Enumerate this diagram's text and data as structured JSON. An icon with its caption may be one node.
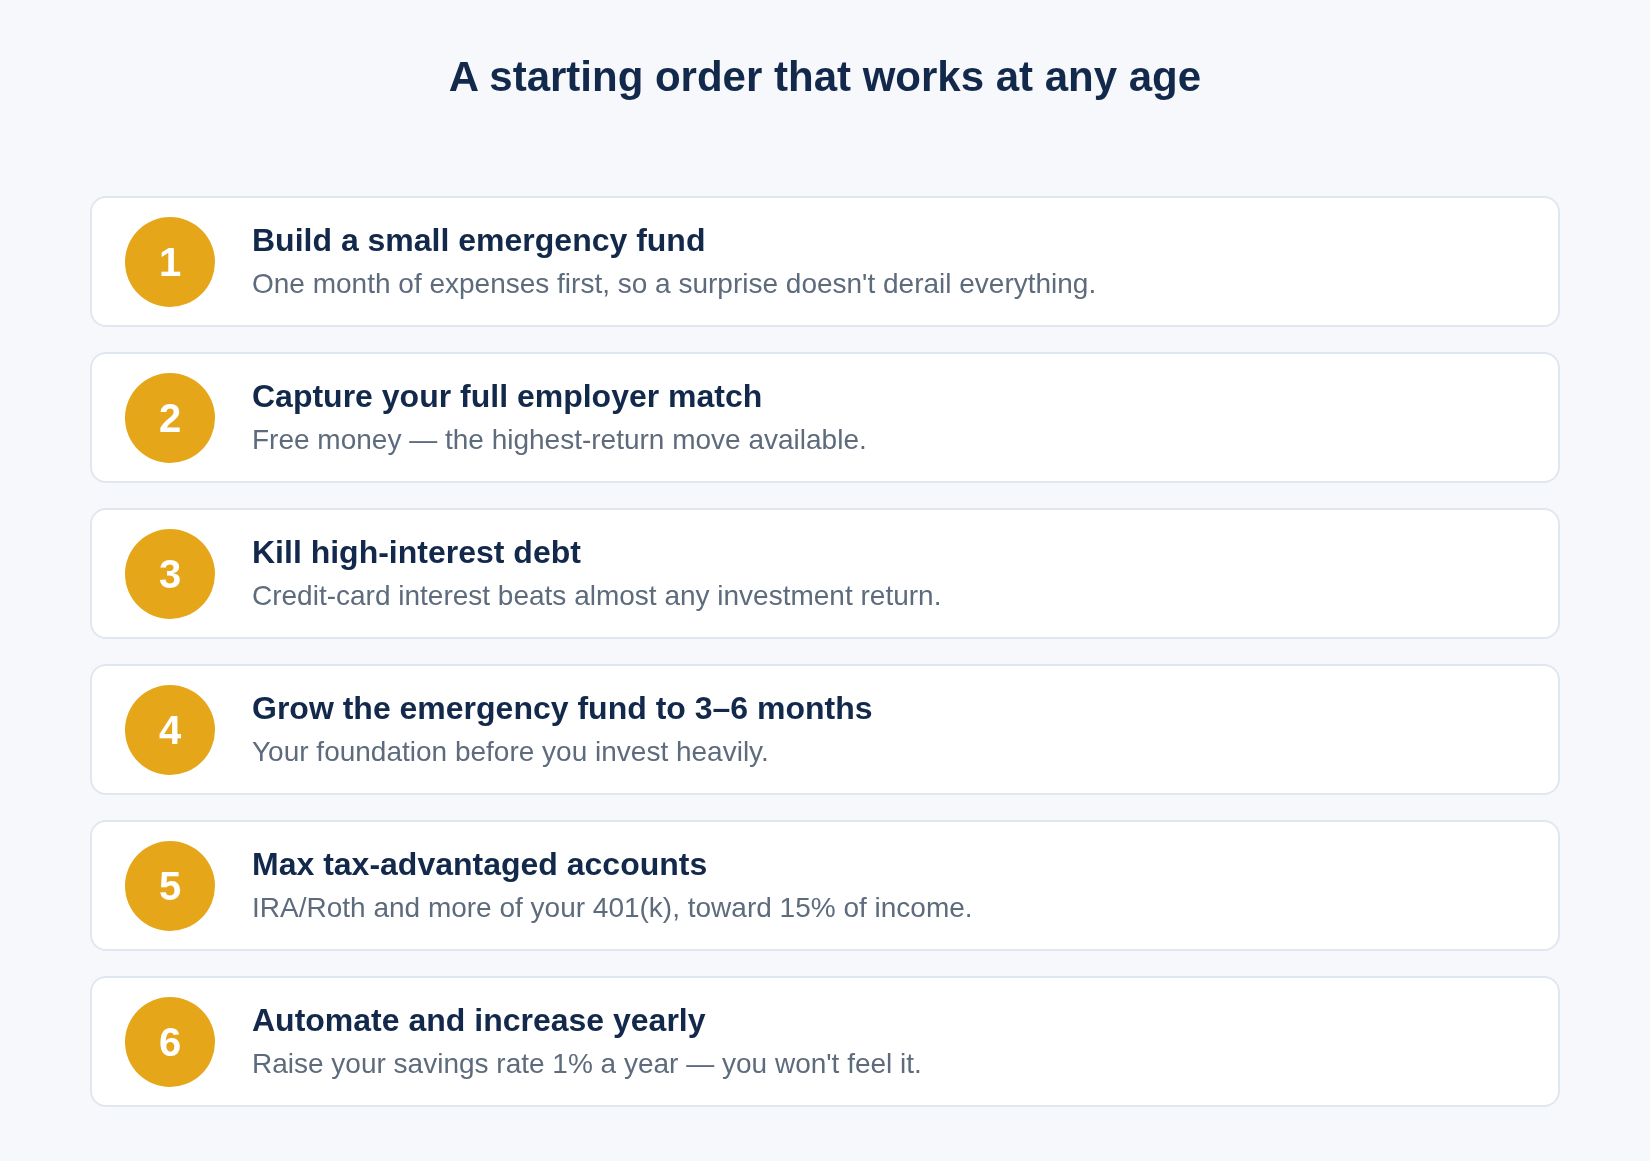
{
  "diagram": {
    "title": "A starting order that works at any age",
    "nodes": [
      {
        "text": [
          "Build a small emergency fund",
          "One month of expenses first, so a surprise doesn't derail everything."
        ]
      },
      {
        "text": [
          "1"
        ],
        "in": 0
      },
      {
        "text": [
          "Capture your full employer match",
          "Free money — the highest-return move available."
        ]
      },
      {
        "text": [
          "2"
        ],
        "in": 2
      },
      {
        "text": [
          "Kill high-interest debt",
          "Credit-card interest beats almost any investment return."
        ]
      },
      {
        "text": [
          "3"
        ],
        "in": 4
      },
      {
        "text": [
          "Grow the emergency fund to 3–6 months",
          "Your foundation before you invest heavily."
        ]
      },
      {
        "text": [
          "4"
        ],
        "in": 6
      },
      {
        "text": [
          "Max tax-advantaged accounts",
          "IRA/Roth and more of your 401(k), toward 15% of income."
        ]
      },
      {
        "text": [
          "5"
        ],
        "in": 8
      },
      {
        "text": [
          "Automate and increase yearly",
          "Raise your savings rate 1% a year — you won't feel it."
        ]
      },
      {
        "text": [
          "6"
        ],
        "in": 10
      }
    ]
  }
}
